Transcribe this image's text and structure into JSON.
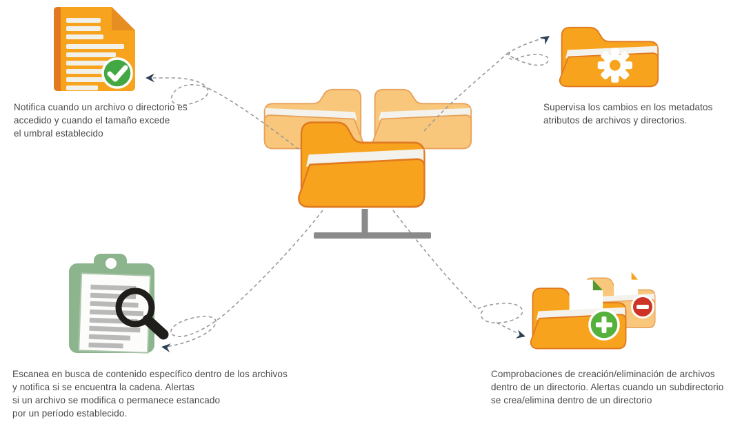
{
  "diagram": {
    "center": {
      "icon": "network-folders-icon"
    },
    "features": [
      {
        "id": "access-notify",
        "icon": "document-check-icon",
        "text": "Notifica cuando un archivo o directorio es\naccedido y cuando el tamaño excede\nel umbral establecido"
      },
      {
        "id": "metadata-watch",
        "icon": "folder-gear-icon",
        "text": "Supervisa los cambios en los metadatos\natributos de archivos y directorios."
      },
      {
        "id": "content-scan",
        "icon": "clipboard-search-icon",
        "text": "Escanea en busca de contenido específico dentro de los archivos\ny notifica si se encuentra la cadena. Alertas\nsi un archivo se modifica o permanece estancado\npor un período establecido."
      },
      {
        "id": "create-delete-check",
        "icon": "folder-add-remove-icon",
        "text": "Comprobaciones de creación/eliminación de archivos\ndentro de un directorio. Alertas cuando un subdirectorio\nse crea/elimina dentro de un directorio"
      }
    ],
    "colors": {
      "folder_orange": "#f7a31e",
      "folder_orange_dark": "#e0791f",
      "folder_light": "#f8c77c",
      "folder_light_dark": "#e8a159",
      "check_green": "#43a843",
      "plus_green": "#55b13b",
      "minus_red": "#ce3425",
      "clipboard_green": "#8cb48d",
      "stand_gray": "#8a8a8a",
      "connector_gray": "#999999",
      "arrowhead_navy": "#2f4156",
      "text_gray": "#4a4a4a"
    }
  }
}
